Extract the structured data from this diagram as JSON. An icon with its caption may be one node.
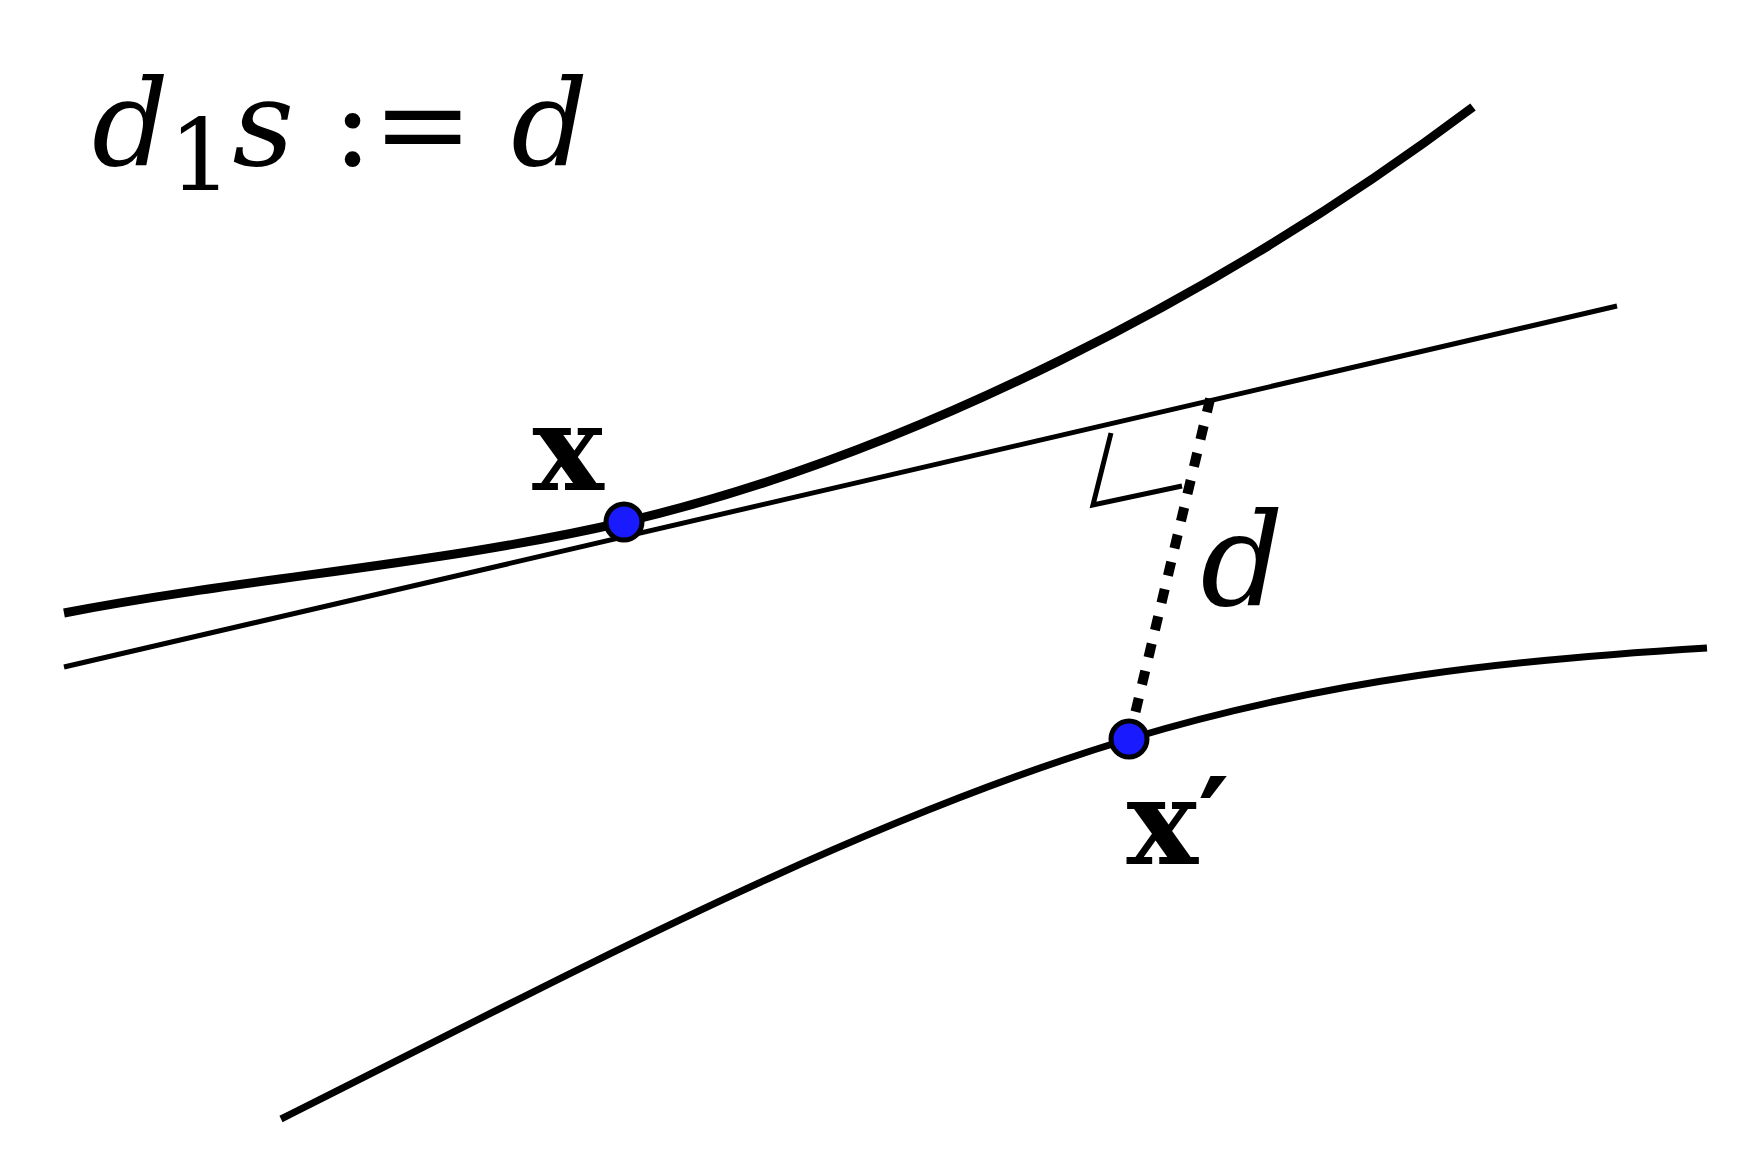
{
  "diagram": {
    "title": "*d*$_{1}$*s* := *d*",
    "labels": [
      "x",
      "d",
      "x′"
    ]
  }
}
